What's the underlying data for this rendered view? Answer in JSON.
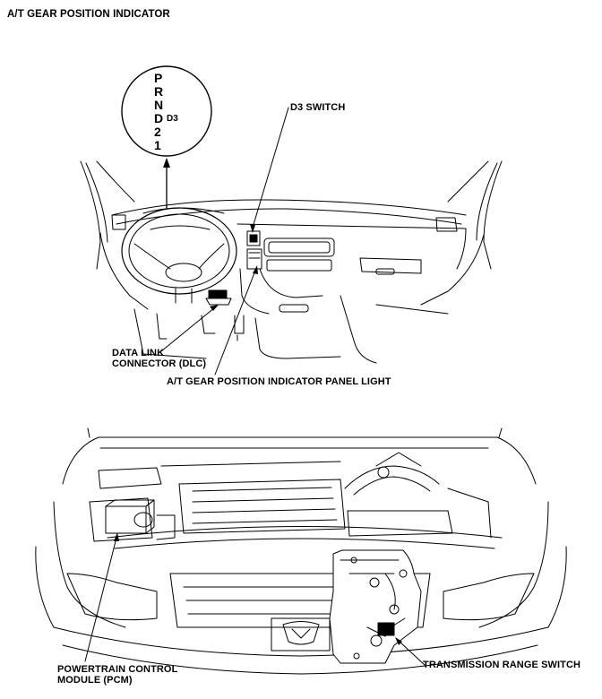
{
  "title": "A/T GEAR POSITION INDICATOR",
  "gear_indicator": {
    "positions": [
      "P",
      "R",
      "N",
      "D",
      "2",
      "1"
    ],
    "d3": "D3"
  },
  "labels": {
    "d3_switch": "D3 SWITCH",
    "dlc_line1": "DATA LINK",
    "dlc_line2": "CONNECTOR (DLC)",
    "panel_light": "A/T GEAR POSITION INDICATOR PANEL LIGHT",
    "pcm_line1": "POWERTRAIN CONTROL",
    "pcm_line2": "MODULE (PCM)",
    "trs": "TRANSMISSION RANGE SWITCH"
  }
}
